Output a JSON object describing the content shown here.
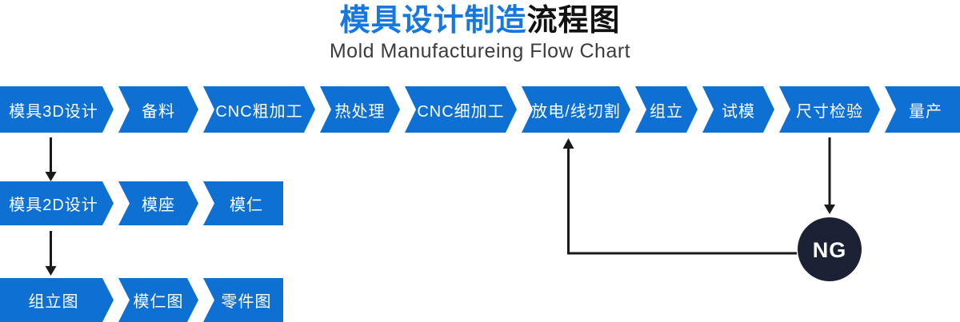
{
  "header": {
    "title_highlight": "模具设计制造",
    "title_rest": "流程图",
    "subtitle": "Mold Manufactureing Flow Chart"
  },
  "main_flow": {
    "steps": [
      "模具3D设计",
      "备料",
      "CNC粗加工",
      "热处理",
      "CNC细加工",
      "放电/线切割",
      "组立",
      "试模",
      "尺寸检验",
      "量产"
    ]
  },
  "design_flow": {
    "steps": [
      "模具2D设计",
      "模座",
      "模仁"
    ]
  },
  "drawing_flow": {
    "steps": [
      "组立图",
      "模仁图",
      "零件图"
    ]
  },
  "ng": {
    "label": "NG"
  },
  "colors": {
    "box_blue": "#0f70d4",
    "title_blue": "#1677e0",
    "ng_dark": "#1b2236",
    "arrow": "#1a1a1a"
  }
}
